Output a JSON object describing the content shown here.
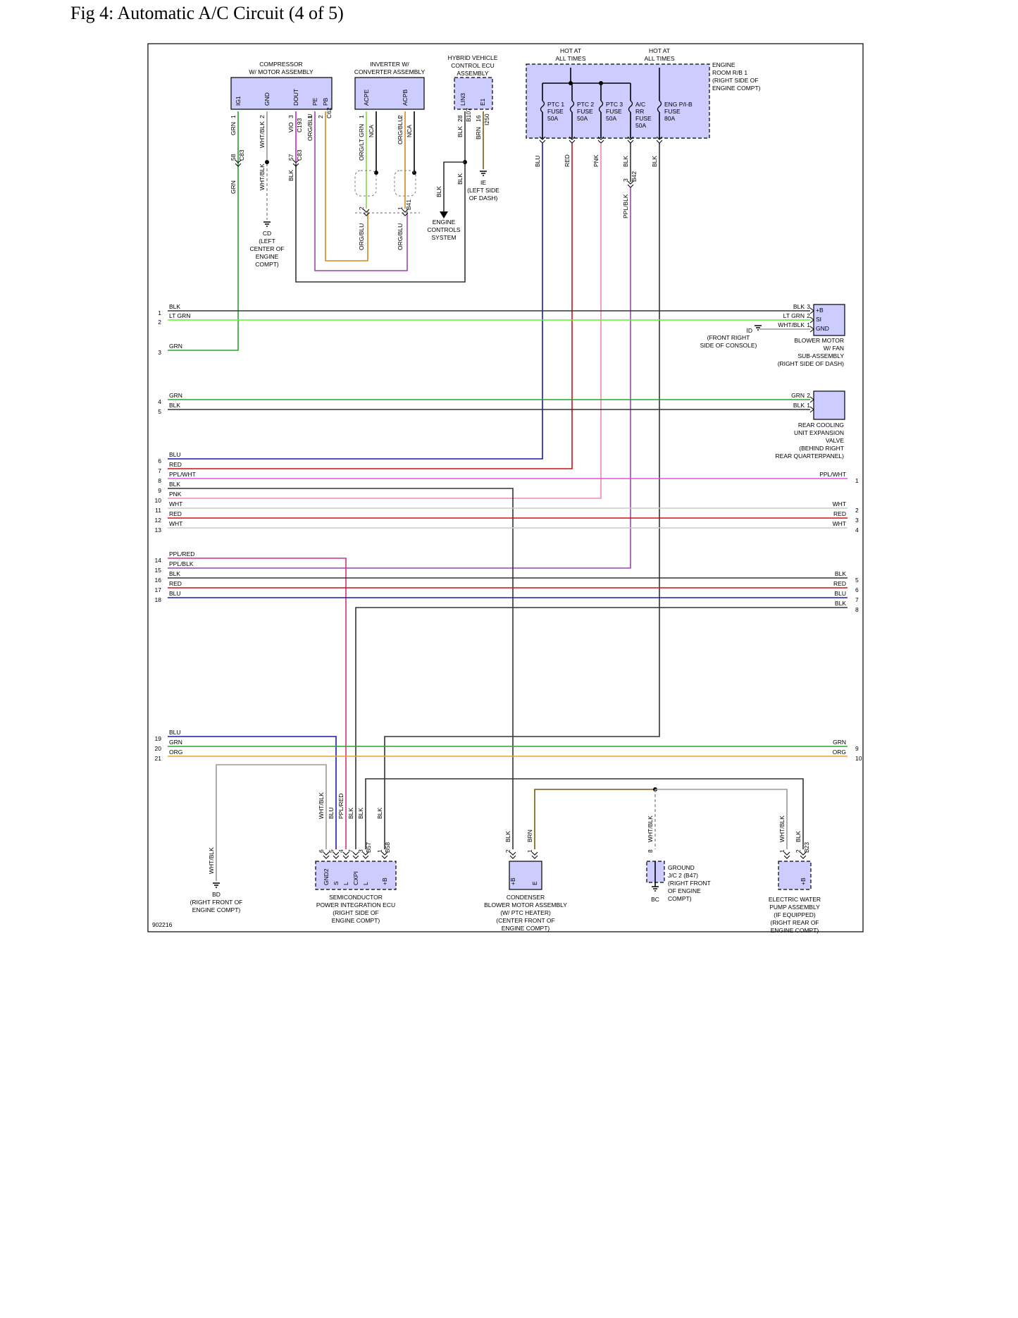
{
  "title": "Fig 4: Automatic A/C Circuit (4 of 5)",
  "colors": {
    "GRN": "#2ca02c",
    "LT GRN": "#66ee33",
    "BLK": "#333333",
    "WHT": "#c8c8c8",
    "WHT/BLK": "#9a9a9a",
    "VIO": "#cc22cc",
    "ORG/BLU": "#d9891a",
    "PPL/BLK": "#9b44b0",
    "ORG/LT GRN": "#8ad64a",
    "NCA": "#000000",
    "RED": "#cc1111",
    "BLU": "#1a1aaa",
    "PNK": "#ee88aa",
    "PPL/WHT": "#dd55dd",
    "PPL/RED": "#cc3388",
    "ORG": "#e8a030",
    "BRN": "#7a5a10",
    "component_fill": "#ccccff"
  },
  "components": {
    "compressor": {
      "label": [
        "COMPRESSOR",
        "W/ MOTOR ASSEMBLY"
      ],
      "pins": [
        "IG1",
        "GND",
        "DOUT",
        "PE",
        "PB"
      ]
    },
    "inverter": {
      "label": [
        "INVERTER W/",
        "CONVERTER ASSEMBLY"
      ],
      "pins": [
        "ACPE",
        "ACPB"
      ]
    },
    "hv_ecu": {
      "label": [
        "HYBRID VEHICLE",
        "CONTROL ECU",
        "ASSEMBLY"
      ],
      "pins": [
        "LIN3",
        "E1"
      ]
    },
    "engine_rb": {
      "label": [
        "ENGINE",
        "ROOM R/B 1",
        "(RIGHT SIDE OF",
        "ENGINE COMPT)"
      ],
      "hot1": [
        "HOT AT",
        "ALL TIMES"
      ],
      "hot2": [
        "HOT AT",
        "ALL TIMES"
      ],
      "fuses": [
        [
          "PTC 1",
          "FUSE",
          "50A"
        ],
        [
          "PTC 2",
          "FUSE",
          "50A"
        ],
        [
          "PTC 3",
          "FUSE",
          "50A"
        ],
        [
          "A/C",
          "RR",
          "FUSE",
          "50A"
        ],
        [
          "ENG P/I-B",
          "FUSE",
          "80A"
        ]
      ]
    },
    "blower": {
      "label": [
        "BLOWER MOTOR",
        "W/ FAN",
        "SUB-ASSEMBLY",
        "(RIGHT SIDE OF DASH)"
      ],
      "pins": [
        "+B",
        "SI",
        "GND"
      ]
    },
    "rear_valve": {
      "label": [
        "REAR COOLING",
        "UNIT EXPANSION",
        "VALVE",
        "(BEHIND RIGHT",
        "REAR QUARTERPANEL)"
      ]
    },
    "spi_ecu": {
      "label": [
        "SEMICONDUCTOR",
        "POWER INTEGRATION ECU",
        "(RIGHT SIDE OF",
        "ENGINE COMPT)"
      ],
      "pins": [
        "GND2",
        "S",
        "L",
        "CXPI",
        "L",
        "+B"
      ]
    },
    "condenser": {
      "label": [
        "CONDENSER",
        "BLOWER MOTOR ASSEMBLY",
        "(W/ PTC HEATER)",
        "(CENTER FRONT OF",
        "ENGINE COMPT)"
      ],
      "pins": [
        "+B",
        "E"
      ]
    },
    "ground_jc": {
      "label": [
        "GROUND",
        "J/C 2 (B47)",
        "(RIGHT FRONT",
        "OF ENGINE",
        "COMPT)"
      ],
      "ground": "BC"
    },
    "pump": {
      "label": [
        "ELECTRIC WATER",
        "PUMP ASSEMBLY",
        "(IF EQUIPPED)",
        "(RIGHT REAR OF",
        "ENGINE COMPT)"
      ],
      "pins": [
        "+B"
      ]
    }
  },
  "grounds": {
    "cd": [
      "CD",
      "(LEFT",
      "CENTER OF",
      "ENGINE",
      "COMPT)"
    ],
    "ie": [
      "IE",
      "(LEFT SIDE",
      "OF DASH)"
    ],
    "id": [
      "ID",
      "(FRONT RIGHT",
      "SIDE OF CONSOLE)"
    ],
    "bd": [
      "BD",
      "(RIGHT FRONT OF",
      "ENGINE COMPT)"
    ]
  },
  "engine_controls": [
    "ENGINE",
    "CONTROLS",
    "SYSTEM"
  ],
  "left_rows": [
    {
      "n": "1",
      "c": "BLK"
    },
    {
      "n": "2",
      "c": "LT GRN"
    },
    {
      "n": "3",
      "c": "GRN"
    },
    {
      "n": "4",
      "c": "GRN"
    },
    {
      "n": "5",
      "c": "BLK"
    },
    {
      "n": "6",
      "c": "BLU"
    },
    {
      "n": "7",
      "c": "RED"
    },
    {
      "n": "8",
      "c": "PPL/WHT"
    },
    {
      "n": "9",
      "c": "BLK"
    },
    {
      "n": "10",
      "c": "PNK"
    },
    {
      "n": "11",
      "c": "WHT"
    },
    {
      "n": "12",
      "c": "RED"
    },
    {
      "n": "13",
      "c": "WHT"
    },
    {
      "n": "14",
      "c": "PPL/RED"
    },
    {
      "n": "15",
      "c": "PPL/BLK"
    },
    {
      "n": "16",
      "c": "BLK"
    },
    {
      "n": "17",
      "c": "RED"
    },
    {
      "n": "18",
      "c": "BLU"
    },
    {
      "n": "19",
      "c": "BLU"
    },
    {
      "n": "20",
      "c": "GRN"
    },
    {
      "n": "21",
      "c": "ORG"
    }
  ],
  "right_rows": [
    {
      "n": "1",
      "c": "PPL/WHT"
    },
    {
      "n": "2",
      "c": "WHT"
    },
    {
      "n": "3",
      "c": "RED"
    },
    {
      "n": "4",
      "c": "WHT"
    },
    {
      "n": "5",
      "c": "BLK"
    },
    {
      "n": "6",
      "c": "RED"
    },
    {
      "n": "7",
      "c": "BLU"
    },
    {
      "n": "8",
      "c": "BLK"
    },
    {
      "n": "9",
      "c": "GRN"
    },
    {
      "n": "10",
      "c": "ORG"
    }
  ],
  "blower_wires": [
    {
      "c": "BLK",
      "p": "3"
    },
    {
      "c": "LT GRN",
      "p": "2"
    },
    {
      "c": "WHT/BLK",
      "p": "1"
    }
  ],
  "valve_wires": [
    {
      "c": "GRN",
      "p": "2"
    },
    {
      "c": "BLK",
      "p": "1"
    }
  ],
  "connectors": [
    "C83",
    "C193",
    "C83",
    "C83",
    "C62",
    "B107",
    "I250",
    "B42",
    "B41",
    "B57",
    "B58",
    "B23"
  ],
  "wire_labels": {
    "compressor": [
      "GRN",
      "WHT/BLK",
      "VIO",
      "ORG/BLU",
      "GRN",
      "WHT/BLK",
      "BLK"
    ],
    "inverter": [
      "ORG/LT GRN",
      "NCA",
      "ORG/BLU",
      "NCA",
      "ORG/BLU",
      "ORG/BLU"
    ],
    "hv": [
      "BLK",
      "BRN",
      "BLK",
      "BLK"
    ],
    "fuse": [
      "BLU",
      "RED",
      "PNK",
      "BLK",
      "BLK",
      "PPL/BLK"
    ],
    "spi": [
      "WHT/BLK",
      "BLU",
      "PPL/RED",
      "BLK",
      "BLK",
      "BLK"
    ],
    "bd": "WHT/BLK",
    "condenser": [
      "BLK",
      "BRN"
    ],
    "ground_jc": "WHT/BLK",
    "pump": [
      "WHT/BLK",
      "BLK"
    ]
  },
  "pin_numbers": {
    "compressor": [
      "1",
      "2",
      "3",
      "1",
      "2",
      "58",
      "57"
    ],
    "inverter": [
      "1",
      "2",
      "2",
      "1"
    ],
    "hv": [
      "28",
      "16"
    ],
    "fuse": "3",
    "spi": [
      "6",
      "5",
      "4",
      "7",
      "3",
      "1"
    ],
    "condenser": [
      "2",
      "1"
    ],
    "ground_jc": "8",
    "pump": [
      "1",
      "2"
    ]
  },
  "figure_id": "902216"
}
